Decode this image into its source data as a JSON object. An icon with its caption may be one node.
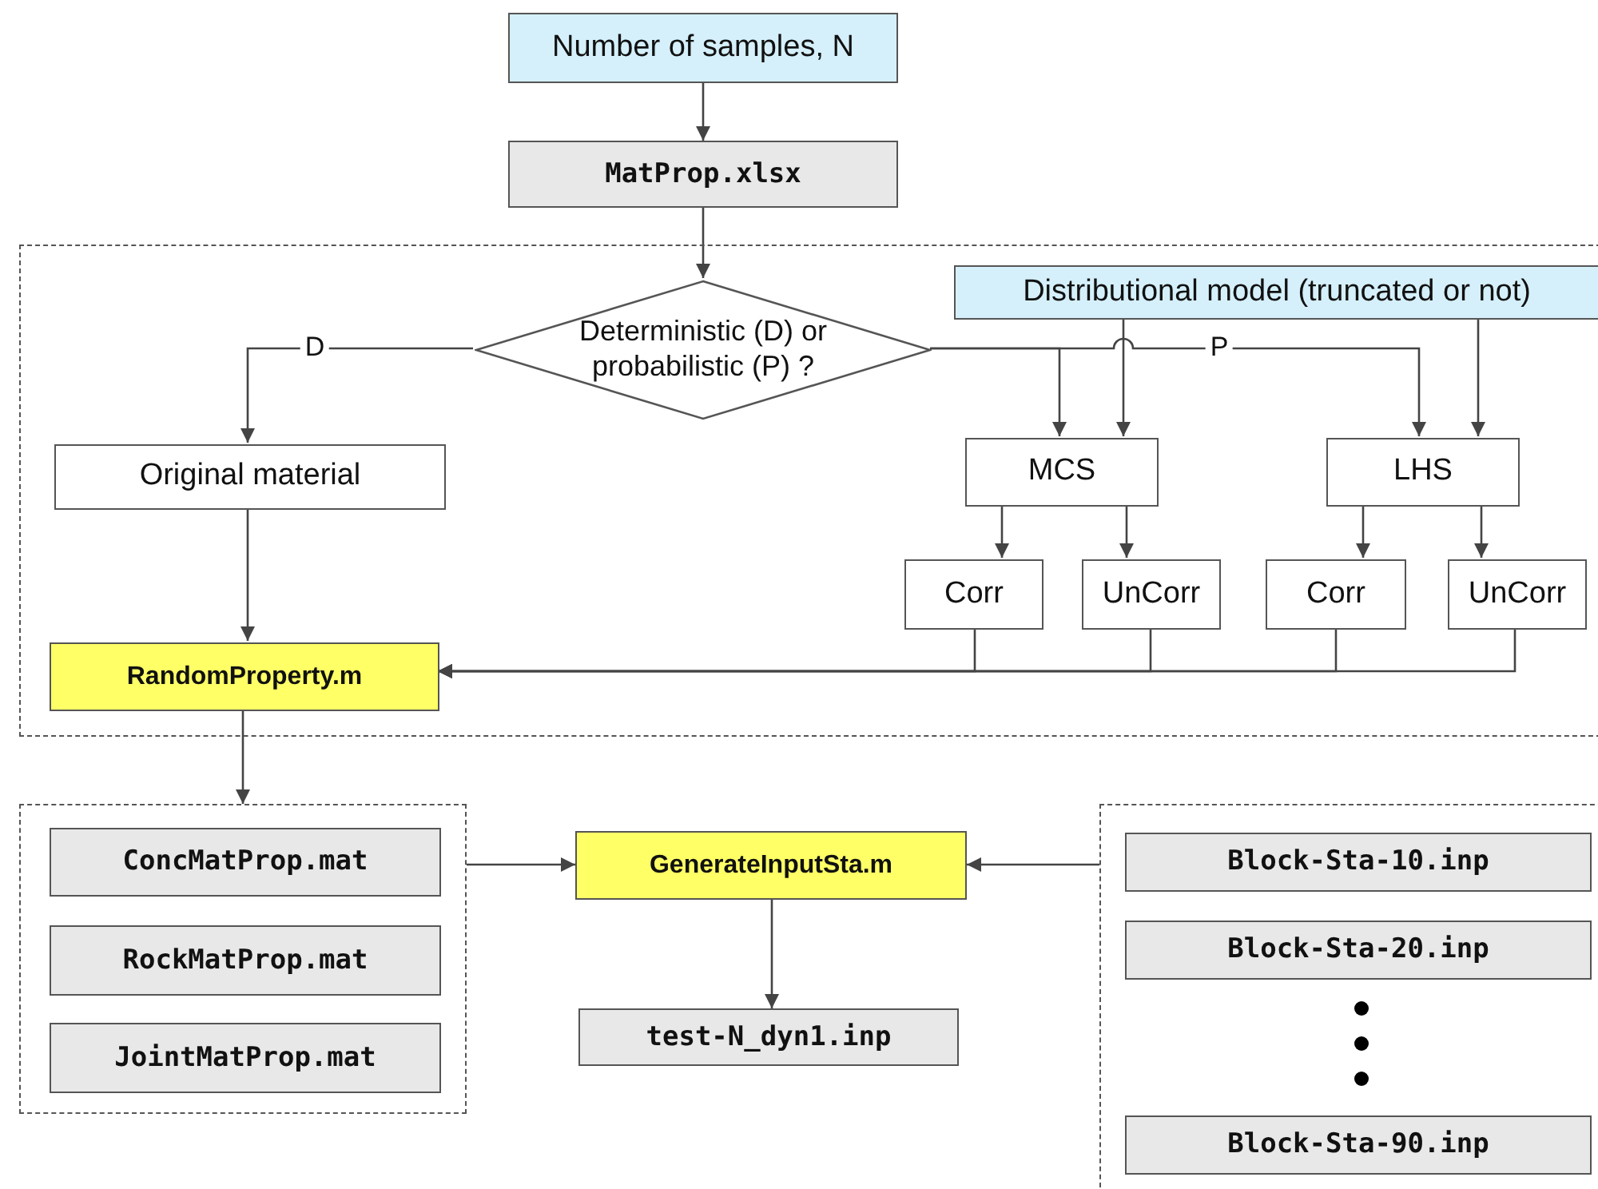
{
  "diagram": {
    "nodes": [
      {
        "text": [
          "Number of samples, N"
        ]
      },
      {
        "text": [
          "MatProp.xlsx"
        ]
      },
      {
        "text": [],
        "shape": "box"
      },
      {
        "text": [
          "Deterministic (D) or probabilistic (P) ?"
        ],
        "in": 2
      },
      {
        "text": [
          "Distributional model (truncated or not)"
        ],
        "in": 2
      },
      {
        "text": [
          "Original material"
        ],
        "in": 2
      },
      {
        "text": [
          "MCS"
        ],
        "in": 2
      },
      {
        "text": [
          "LHS"
        ],
        "in": 2
      },
      {
        "text": [
          "Corr"
        ],
        "in": 2
      },
      {
        "text": [
          "UnCorr"
        ],
        "in": 2
      },
      {
        "text": [
          "Corr"
        ],
        "in": 2
      },
      {
        "text": [
          "UnCorr"
        ],
        "in": 2
      },
      {
        "text": [
          "RandomProperty.m"
        ],
        "in": 2
      },
      {
        "text": [],
        "shape": "box"
      },
      {
        "text": [
          "ConcMatProp.mat"
        ],
        "in": 13
      },
      {
        "text": [
          "RockMatProp.mat"
        ],
        "in": 13
      },
      {
        "text": [
          "JointMatProp.mat"
        ],
        "in": 13
      },
      {
        "text": [
          "GenerateInputSta.m"
        ]
      },
      {
        "text": [
          "test-N_dyn1.inp"
        ]
      },
      {
        "text": [],
        "shape": "box"
      },
      {
        "text": [
          "Block-Sta-10.inp"
        ],
        "in": 19
      },
      {
        "text": [
          "Block-Sta-20.inp"
        ],
        "in": 19
      },
      {
        "text": [
          "Block-Sta-90.inp"
        ],
        "in": 19
      }
    ],
    "edges": [
      {
        "from": 0,
        "to": 1,
        "arrow": "to"
      },
      {
        "from": 1,
        "to": 3,
        "arrow": "to"
      },
      {
        "from": 3,
        "to": 5,
        "arrow": "to",
        "label": "D"
      },
      {
        "from": 3,
        "to": 6,
        "arrow": "to"
      },
      {
        "from": 3,
        "to": 7,
        "arrow": "to",
        "label": "P"
      },
      {
        "from": 4,
        "to": 6,
        "arrow": "to"
      },
      {
        "from": 4,
        "to": 7,
        "arrow": "to"
      },
      {
        "from": 6,
        "to": 8,
        "arrow": "to"
      },
      {
        "from": 6,
        "to": 9,
        "arrow": "to"
      },
      {
        "from": 7,
        "to": 10,
        "arrow": "to"
      },
      {
        "from": 7,
        "to": 11,
        "arrow": "to"
      },
      {
        "from": 5,
        "to": 12,
        "arrow": "to"
      },
      {
        "from": 8,
        "to": 12,
        "arrow": "to"
      },
      {
        "from": 9,
        "to": 12,
        "arrow": "to"
      },
      {
        "from": 10,
        "to": 12,
        "arrow": "to"
      },
      {
        "from": 11,
        "to": 12,
        "arrow": "to"
      },
      {
        "from": 12,
        "to": 13,
        "arrow": "to"
      },
      {
        "from": 13,
        "to": 17,
        "arrow": "to"
      },
      {
        "from": 19,
        "to": 17,
        "arrow": "to"
      },
      {
        "from": 17,
        "to": 18,
        "arrow": "to"
      }
    ]
  }
}
